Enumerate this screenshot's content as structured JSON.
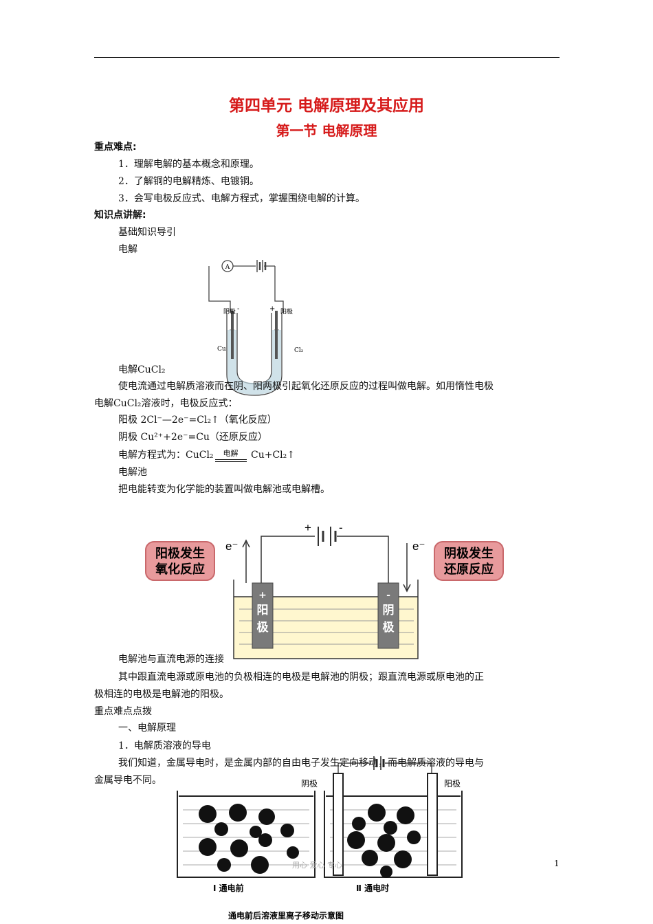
{
  "header": {
    "title": "第四单元  电解原理及其应用",
    "subtitle": "第一节 电解原理"
  },
  "sections": {
    "key_points_head": "重点难点:",
    "key_points": [
      "1．理解电解的基本概念和原理。",
      "2．了解铜的电解精炼、电镀铜。",
      "3．会写电极反应式、电解方程式，掌握围绕电解的计算。"
    ],
    "knowledge_head": "知识点讲解:",
    "basic_guide": "基础知识导引",
    "electrolysis": "电解",
    "fig1_caption": "电解CuCl₂",
    "para1_line1": "使电流通过电解质溶液而在阴、阳两极引起氧化还原反应的过程叫做电解。如用惰性电极",
    "para1_line2": "电解CuCl₂溶液时，电极反应式：",
    "anode_eq": "阳极 2Cl⁻—2e⁻=Cl₂↑（氧化反应）",
    "cathode_eq": "阴极 Cu²⁺+2e⁻=Cu（还原反应）",
    "overall_eq_prefix": "电解方程式为：CuCl₂",
    "overall_eq_condition": "电解",
    "overall_eq_suffix": " Cu+Cl₂↑",
    "cell_head": "电解池",
    "cell_def": "把电能转变为化学能的装置叫做电解池或电解槽。",
    "fig2_caption": "电解池与直流电源的连接",
    "para2_line1": "其中跟直流电源或原电池的负极相连的电极是电解池的阴极；跟直流电源或原电池的正",
    "para2_line2": "极相连的电极是电解池的阳极。",
    "tips_head": "重点难点点拨",
    "sub1": "一、电解原理",
    "sub1_1": "1．电解质溶液的导电",
    "para3_line1": "我们知道，金属导电时，是金属内部的自由电子发生定向移动，而电解质溶液的导电与",
    "para3_line2": "金属导电不同。"
  },
  "fig1": {
    "ammeter": "A",
    "battery_signs": "- ┤├ +",
    "cathode_label": "阴极",
    "anode_label": "阳极",
    "minus": "-",
    "plus": "+",
    "cu_label": "Cu",
    "cl2_label": "Cl₂"
  },
  "fig2": {
    "left_box": [
      "阳极发生",
      "氧化反应"
    ],
    "right_box": [
      "阴极发生",
      "还原反应"
    ],
    "electron_left": "e⁻",
    "electron_right": "e⁻",
    "battery_plus": "+",
    "battery_minus": "-",
    "anode_electrode": [
      "+",
      "阳",
      "极"
    ],
    "cathode_electrode": [
      "-",
      "阴",
      "极"
    ],
    "colors": {
      "box_fill": "#e89a9c",
      "box_stroke": "#c9686b",
      "electrode": "#7a7a7a",
      "water": "#fff7cf"
    }
  },
  "fig3": {
    "cathode_tag": "阴极",
    "anode_tag": "阳极",
    "battery": "- ┤├ +",
    "left_label": "Ⅰ 通电前",
    "right_label": "Ⅱ 通电时",
    "caption": "通电前后溶液里离子移动示意图"
  },
  "footer": {
    "page_number": "1",
    "watermark": "用心  爱心  专心"
  }
}
